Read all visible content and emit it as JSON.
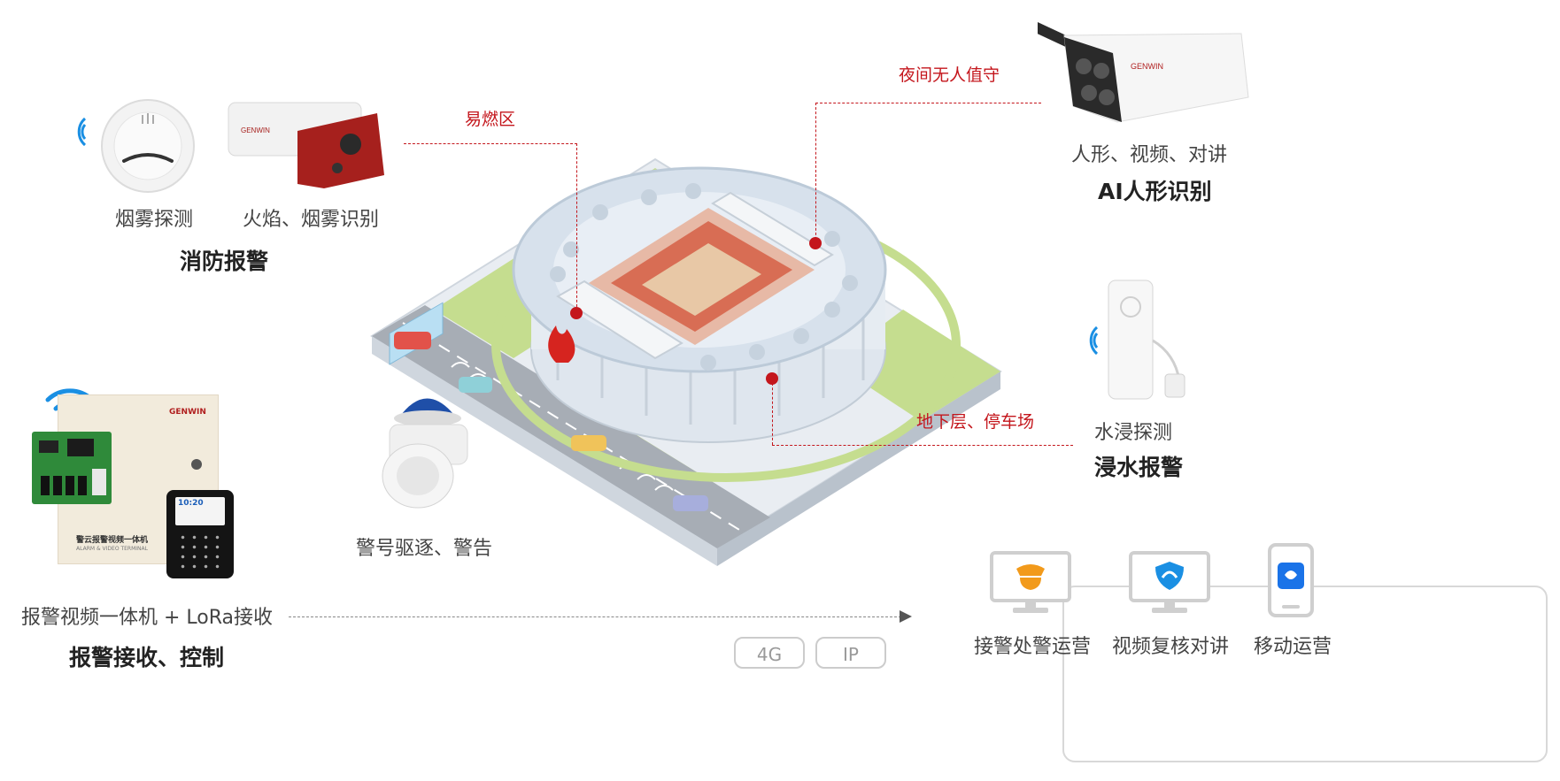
{
  "fire": {
    "smoke_label": "烟雾探测",
    "flame_label": "火焰、烟雾识别",
    "title": "消防报警"
  },
  "ai": {
    "label": "人形、视频、对讲",
    "title": "AI人形识别"
  },
  "water": {
    "label": "水浸探测",
    "title": "浸水报警"
  },
  "siren": {
    "label": "警号驱逐、警告"
  },
  "host": {
    "label": "报警视频一体机 + LoRa接收",
    "title": "报警接收、控制",
    "box_text": "警云报警视频一体机",
    "box_subtext": "ALARM & VIDEO TERMINAL",
    "brand": "GENWIN",
    "keypad_time": "10:20"
  },
  "camera_brand": "GENWIN",
  "zones": {
    "flammable": "易燃区",
    "night": "夜间无人值守",
    "underground": "地下层、停车场"
  },
  "network": [
    "4G",
    "IP"
  ],
  "platform": {
    "items": [
      {
        "label": "接警处警运营",
        "icon": "police-badge-icon"
      },
      {
        "label": "视频复核对讲",
        "icon": "shield-icon"
      },
      {
        "label": "移动运营",
        "icon": "mobile-app-icon"
      }
    ]
  },
  "colors": {
    "accent_red": "#c4161c",
    "wifi_blue": "#1a8fe3",
    "grass": "#c5dd8f"
  }
}
